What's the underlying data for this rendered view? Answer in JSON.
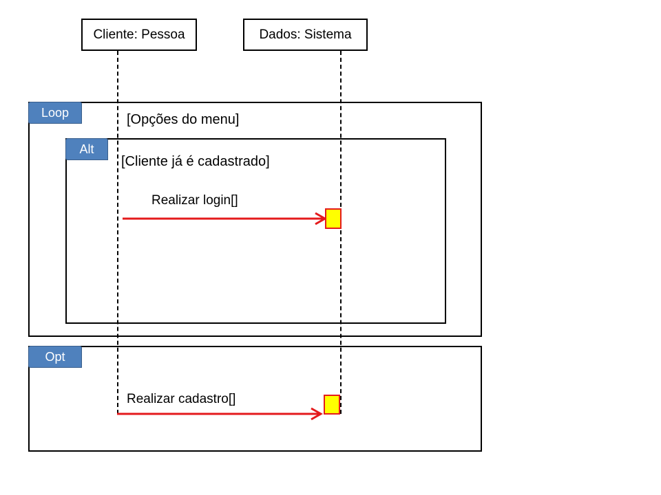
{
  "participants": {
    "cliente": "Cliente: Pessoa",
    "dados": "Dados: Sistema"
  },
  "frames": {
    "loop": {
      "tag": "Loop",
      "guard": "[Opções do menu]"
    },
    "alt": {
      "tag": "Alt",
      "guard": "[Cliente já é cadastrado]"
    },
    "opt": {
      "tag": "Opt"
    }
  },
  "messages": {
    "login": "Realizar login[]",
    "cadastro": "Realizar cadastro[]"
  },
  "colors": {
    "message_arrow": "#e41a1c",
    "activation_fill": "#ffff00",
    "frame_tag": "#4f81bd"
  }
}
